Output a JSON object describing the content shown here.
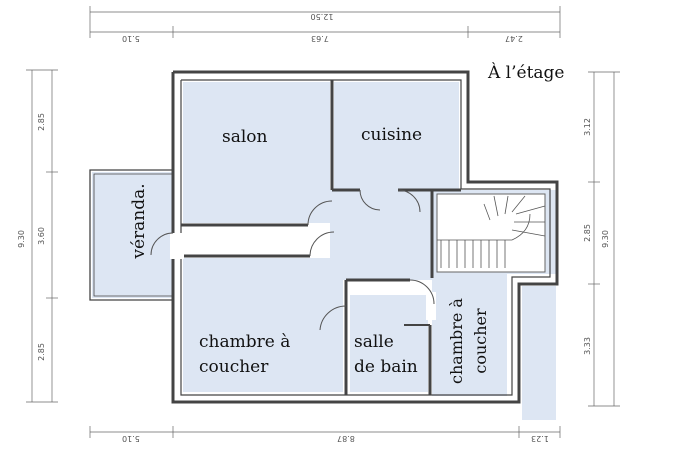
{
  "plan": {
    "title": "À l’étage",
    "rooms": {
      "salon": "salon",
      "cuisine": "cuisine",
      "veranda": "véranda.",
      "chambre_left_1": "chambre à",
      "chambre_left_2": "coucher",
      "salle_1": "salle",
      "salle_2": "de bain",
      "chambre_right_1": "chambre à",
      "chambre_right_2": "coucher"
    },
    "dimensions": {
      "top_total": "12.50",
      "top_left": "5.10",
      "top_mid": "7.63",
      "top_right": "2.47",
      "bottom_left": "5.10",
      "bottom_mid": "8.87",
      "bottom_right": "1.23",
      "left_total": "9.30",
      "left_top": "2.85",
      "left_mid": "3.60",
      "left_bottom": "2.85",
      "right_total": "9.30",
      "right_top": "3.12",
      "right_mid": "2.85",
      "right_bottom": "3.33"
    },
    "colors": {
      "room_fill": "#dde6f3",
      "wall": "#444444"
    }
  }
}
